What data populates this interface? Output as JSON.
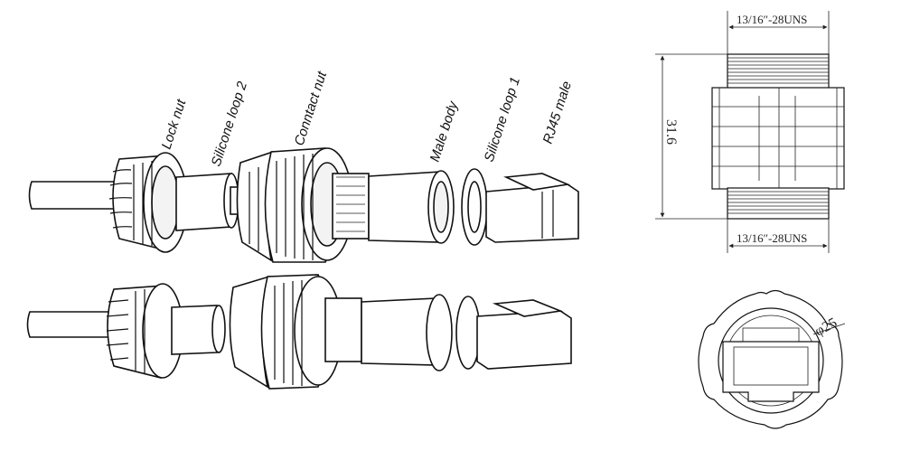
{
  "labels": {
    "lock_nut": "Lock nut",
    "silicone_loop_2": "Silicone loop 2",
    "contact_nut": "Conntact nut",
    "male_body": "Male body",
    "silicone_loop_1": "Silicone loop 1",
    "rj45_male": "RJ45 male"
  },
  "dimensions": {
    "thread_top": "13/16″-28UNS",
    "thread_bottom": "13/16″-28UNS",
    "height": "31.6",
    "diameter": "φ25"
  }
}
